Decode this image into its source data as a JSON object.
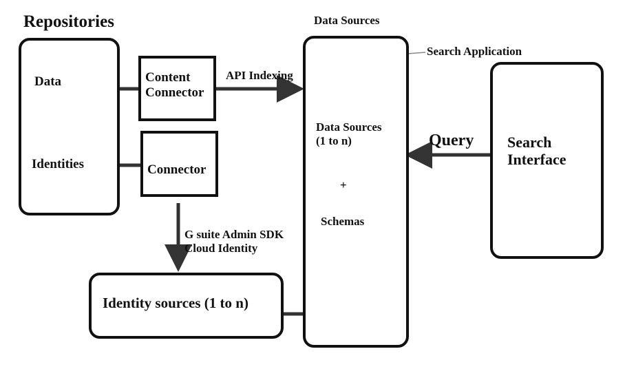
{
  "repositories": {
    "title": "Repositories",
    "data_label": "Data",
    "identities_label": "Identities"
  },
  "connectors": {
    "content_connector": "Content\nConnector",
    "connector": "Connector"
  },
  "identity_sources": {
    "label": "Identity sources (1 to n)"
  },
  "data_sources": {
    "header": "Data Sources",
    "inner_title": "Data Sources\n(1 to n)",
    "plus": "+",
    "schemas": "Schemas"
  },
  "search_application": {
    "label": "Search Application"
  },
  "search_interface": {
    "label": "Search\nInterface"
  },
  "edges": {
    "api_indexing": "API Indexing",
    "query": "Query",
    "admin_sdk": "G suite Admin SDK\nCloud Identity"
  }
}
